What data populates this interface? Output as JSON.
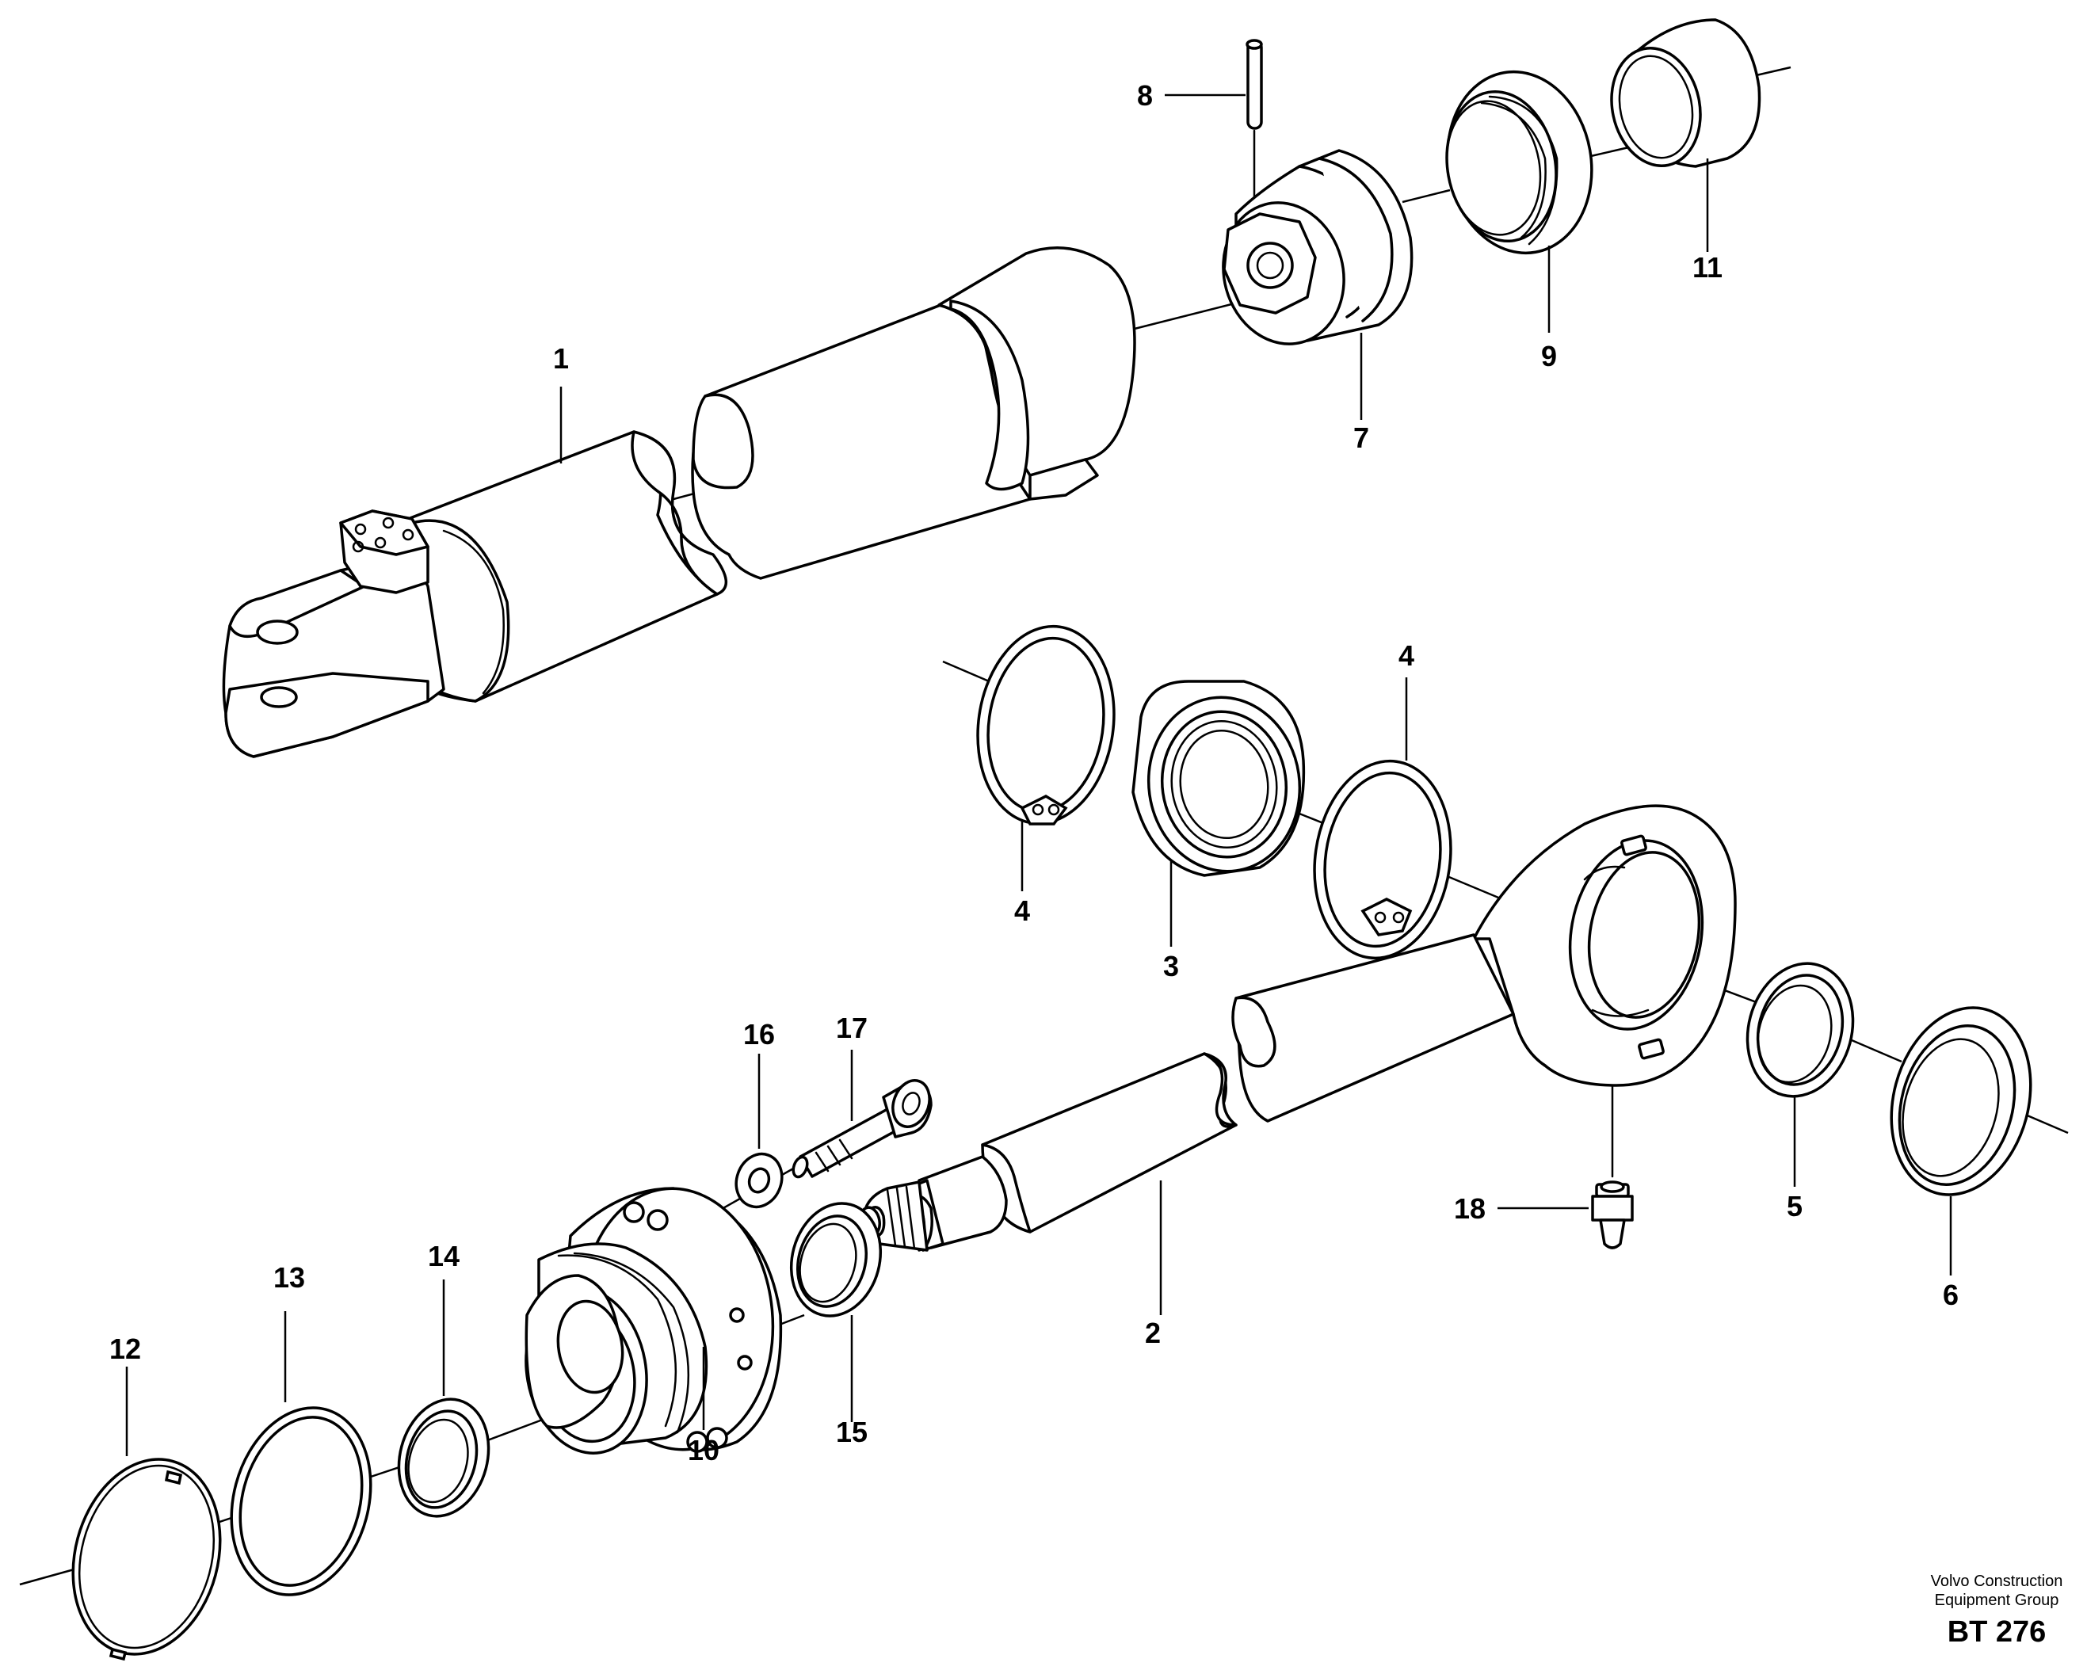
{
  "callouts": {
    "c1": "1",
    "c2": "2",
    "c3": "3",
    "c4a": "4",
    "c4b": "4",
    "c5": "5",
    "c6": "6",
    "c7": "7",
    "c8": "8",
    "c9": "9",
    "c10": "10",
    "c11": "11",
    "c12": "12",
    "c13": "13",
    "c14": "14",
    "c15": "15",
    "c16": "16",
    "c17": "17",
    "c18": "18"
  },
  "credit": {
    "line1": "Volvo Construction",
    "line2": "Equipment Group",
    "code": "BT 276"
  }
}
